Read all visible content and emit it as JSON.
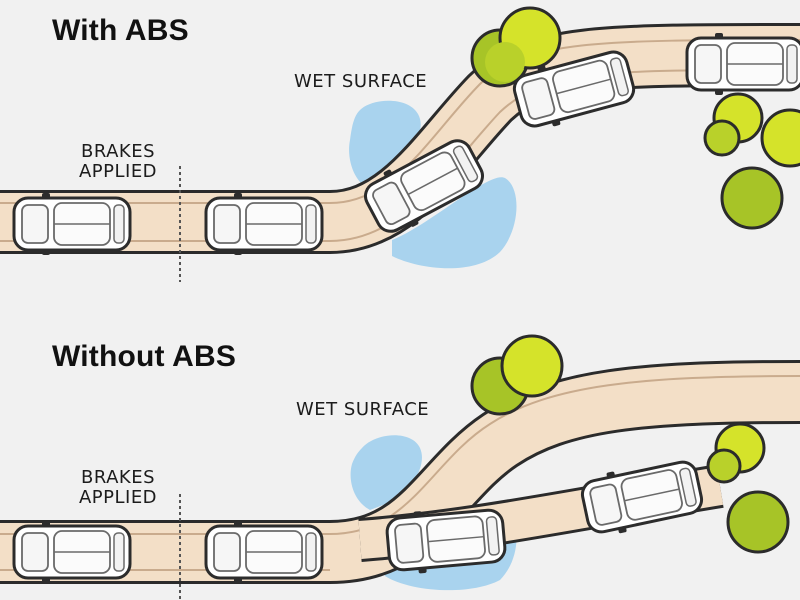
{
  "panels": [
    {
      "title": "With ABS",
      "wet_label": "WET SURFACE",
      "brakes_line1": "BRAKES",
      "brakes_line2": "APPLIED"
    },
    {
      "title": "Without ABS",
      "wet_label": "WET SURFACE",
      "brakes_line1": "BRAKES",
      "brakes_line2": "APPLIED"
    }
  ],
  "colors": {
    "road_fill": "#f3dfc7",
    "road_edge": "#2b2b2b",
    "lane_line": "#c9ab8d",
    "water": "#a9d3ee",
    "tree_light": "#d5e32a",
    "tree_dark": "#a7c427",
    "car_body": "#ffffff"
  }
}
